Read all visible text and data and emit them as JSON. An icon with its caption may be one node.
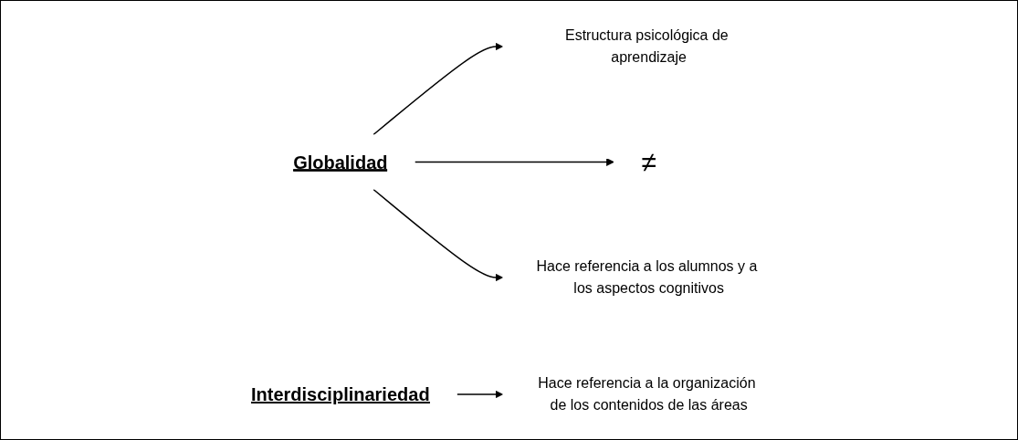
{
  "diagram": {
    "nodes": [
      {
        "text": [
          "Globalidad"
        ]
      },
      {
        "text": [
          "Estructura psicológica de aprendizaje"
        ]
      },
      {
        "text": [
          "≠"
        ]
      },
      {
        "text": [
          "Interdisciplinariedad"
        ]
      },
      {
        "text": [
          "Hace referencia a los alumnos y a los aspectos cognitivos"
        ]
      },
      {
        "text": [
          "Hace referencia a la organización de los contenidos de las áreas"
        ]
      }
    ],
    "edges": [
      {
        "from": 0,
        "to": 1,
        "arrow": "to"
      },
      {
        "from": 0,
        "to": 2,
        "arrow": "to"
      },
      {
        "from": 0,
        "to": 4,
        "arrow": "to"
      },
      {
        "from": 3,
        "to": 5,
        "arrow": "to"
      }
    ]
  }
}
